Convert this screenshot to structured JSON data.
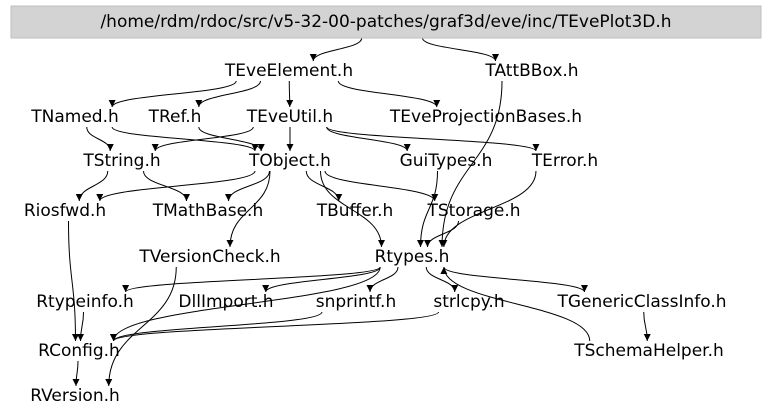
{
  "graph": {
    "root": "/home/rdm/rdoc/src/v5-32-00-patches/graf3d/eve/inc/TEvePlot3D.h",
    "nodes": {
      "teveelement": "TEveElement.h",
      "tattbbox": "TAttBBox.h",
      "tnamed": "TNamed.h",
      "tref": "TRef.h",
      "teveutil": "TEveUtil.h",
      "teveprojectionbases": "TEveProjectionBases.h",
      "tstring": "TString.h",
      "tobject": "TObject.h",
      "guitypes": "GuiTypes.h",
      "terror": "TError.h",
      "riosfwd": "Riosfwd.h",
      "tmathbase": "TMathBase.h",
      "tbuffer": "TBuffer.h",
      "tstorage": "TStorage.h",
      "tversioncheck": "TVersionCheck.h",
      "rtypes": "Rtypes.h",
      "rtypeinfo": "Rtypeinfo.h",
      "dllimport": "DllImport.h",
      "snprintf": "snprintf.h",
      "strlcpy": "strlcpy.h",
      "tgenericclassinfo": "TGenericClassInfo.h",
      "rconfig": "RConfig.h",
      "tschemahelper": "TSchemaHelper.h",
      "rversion": "RVersion.h"
    },
    "edges": [
      [
        "root",
        "teveelement"
      ],
      [
        "root",
        "tattbbox"
      ],
      [
        "teveelement",
        "tnamed"
      ],
      [
        "teveelement",
        "tref"
      ],
      [
        "teveelement",
        "teveutil"
      ],
      [
        "teveelement",
        "teveprojectionbases"
      ],
      [
        "tattbbox",
        "rtypes"
      ],
      [
        "tnamed",
        "tstring"
      ],
      [
        "tnamed",
        "tobject"
      ],
      [
        "tref",
        "tobject"
      ],
      [
        "teveutil",
        "tobject"
      ],
      [
        "teveutil",
        "tstring"
      ],
      [
        "teveutil",
        "guitypes"
      ],
      [
        "teveutil",
        "terror"
      ],
      [
        "tstring",
        "riosfwd"
      ],
      [
        "tstring",
        "tmathbase"
      ],
      [
        "tobject",
        "tmathbase"
      ],
      [
        "tobject",
        "riosfwd"
      ],
      [
        "tobject",
        "tbuffer"
      ],
      [
        "tobject",
        "tstorage"
      ],
      [
        "tobject",
        "rtypes"
      ],
      [
        "tobject",
        "tversioncheck"
      ],
      [
        "terror",
        "rtypes"
      ],
      [
        "guitypes",
        "rtypes"
      ],
      [
        "tstorage",
        "rtypes"
      ],
      [
        "riosfwd",
        "rconfig"
      ],
      [
        "tversioncheck",
        "rversion"
      ],
      [
        "rtypes",
        "rtypeinfo"
      ],
      [
        "rtypes",
        "dllimport"
      ],
      [
        "rtypes",
        "snprintf"
      ],
      [
        "rtypes",
        "strlcpy"
      ],
      [
        "rtypes",
        "tgenericclassinfo"
      ],
      [
        "rtypes",
        "rconfig"
      ],
      [
        "rtypeinfo",
        "rconfig"
      ],
      [
        "snprintf",
        "rconfig"
      ],
      [
        "strlcpy",
        "rconfig"
      ],
      [
        "tgenericclassinfo",
        "tschemahelper"
      ],
      [
        "tschemahelper",
        "rtypes"
      ],
      [
        "rconfig",
        "rversion"
      ]
    ]
  }
}
